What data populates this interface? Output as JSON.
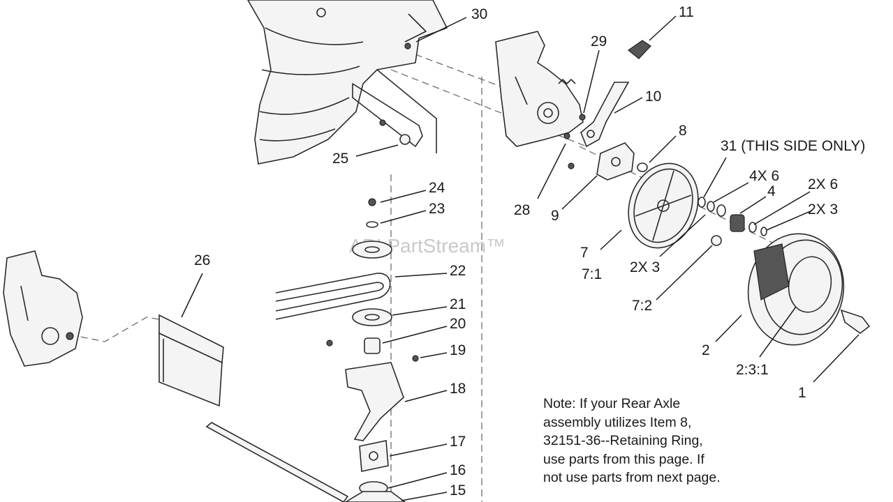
{
  "watermark": "ARI PartStream™",
  "callouts": {
    "c30": "30",
    "c11": "11",
    "c29": "29",
    "c10": "10",
    "c8": "8",
    "c31": "31 (THIS SIDE ONLY)",
    "c4x6": "4X 6",
    "c4": "4",
    "c2x6": "2X 6",
    "c2x3a": "2X 3",
    "c25": "25",
    "c28": "28",
    "c9": "9",
    "c24": "24",
    "c23": "23",
    "c26": "26",
    "c22": "22",
    "c7": "7",
    "c71": "7:1",
    "c2x3b": "2X 3",
    "c21": "21",
    "c20": "20",
    "c72": "7:2",
    "c19": "19",
    "c2": "2",
    "c231": "2:3:1",
    "c18": "18",
    "c1": "1",
    "c17": "17",
    "c16": "16",
    "c15": "15"
  },
  "note": {
    "lines": [
      "Note:  If your Rear Axle",
      "assembly utilizes Item 8,",
      "32151-36--Retaining Ring,",
      "use parts from this page.  If",
      "not use parts from next page."
    ]
  }
}
